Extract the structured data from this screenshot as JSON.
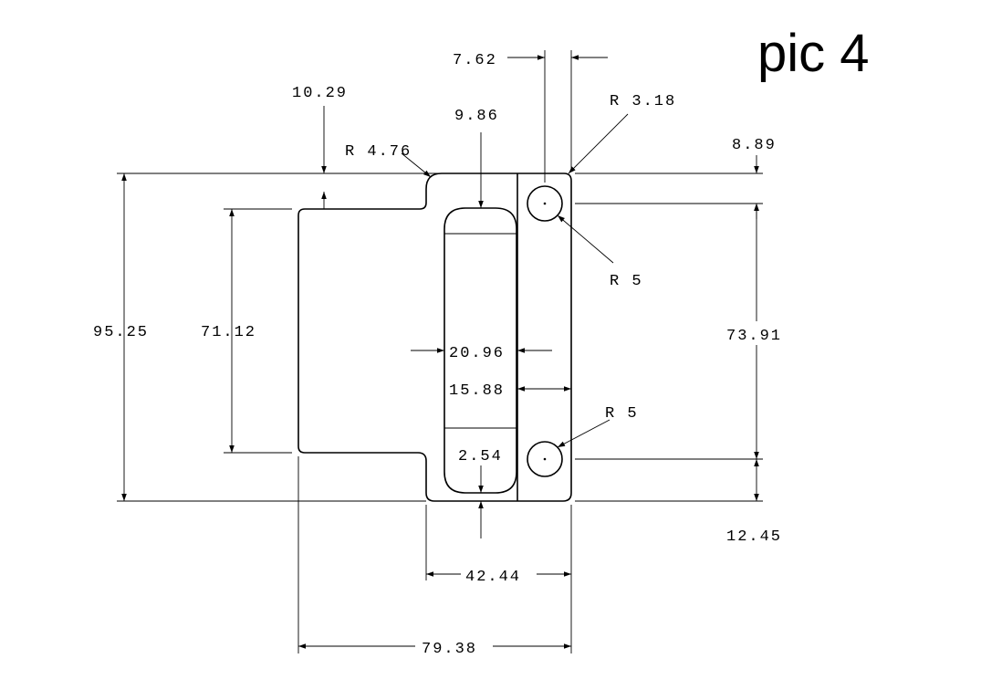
{
  "title": "pic 4",
  "dimensions": {
    "overall_height": "95.25",
    "inner_height": "71.12",
    "top_offset": "10.29",
    "slot_top": "9.86",
    "fillet_left": "R 4.76",
    "hole_center_x": "7.62",
    "corner_radius": "R 3.18",
    "hole_top_offset": "8.89",
    "hole_radius_top": "R 5",
    "hole_spacing": "73.91",
    "hole_radius_bottom": "R 5",
    "hole_bottom_offset": "12.45",
    "slot_width": "20.96",
    "strip_width": "15.88",
    "slot_bottom": "2.54",
    "block_width": "42.44",
    "overall_width": "79.38"
  }
}
